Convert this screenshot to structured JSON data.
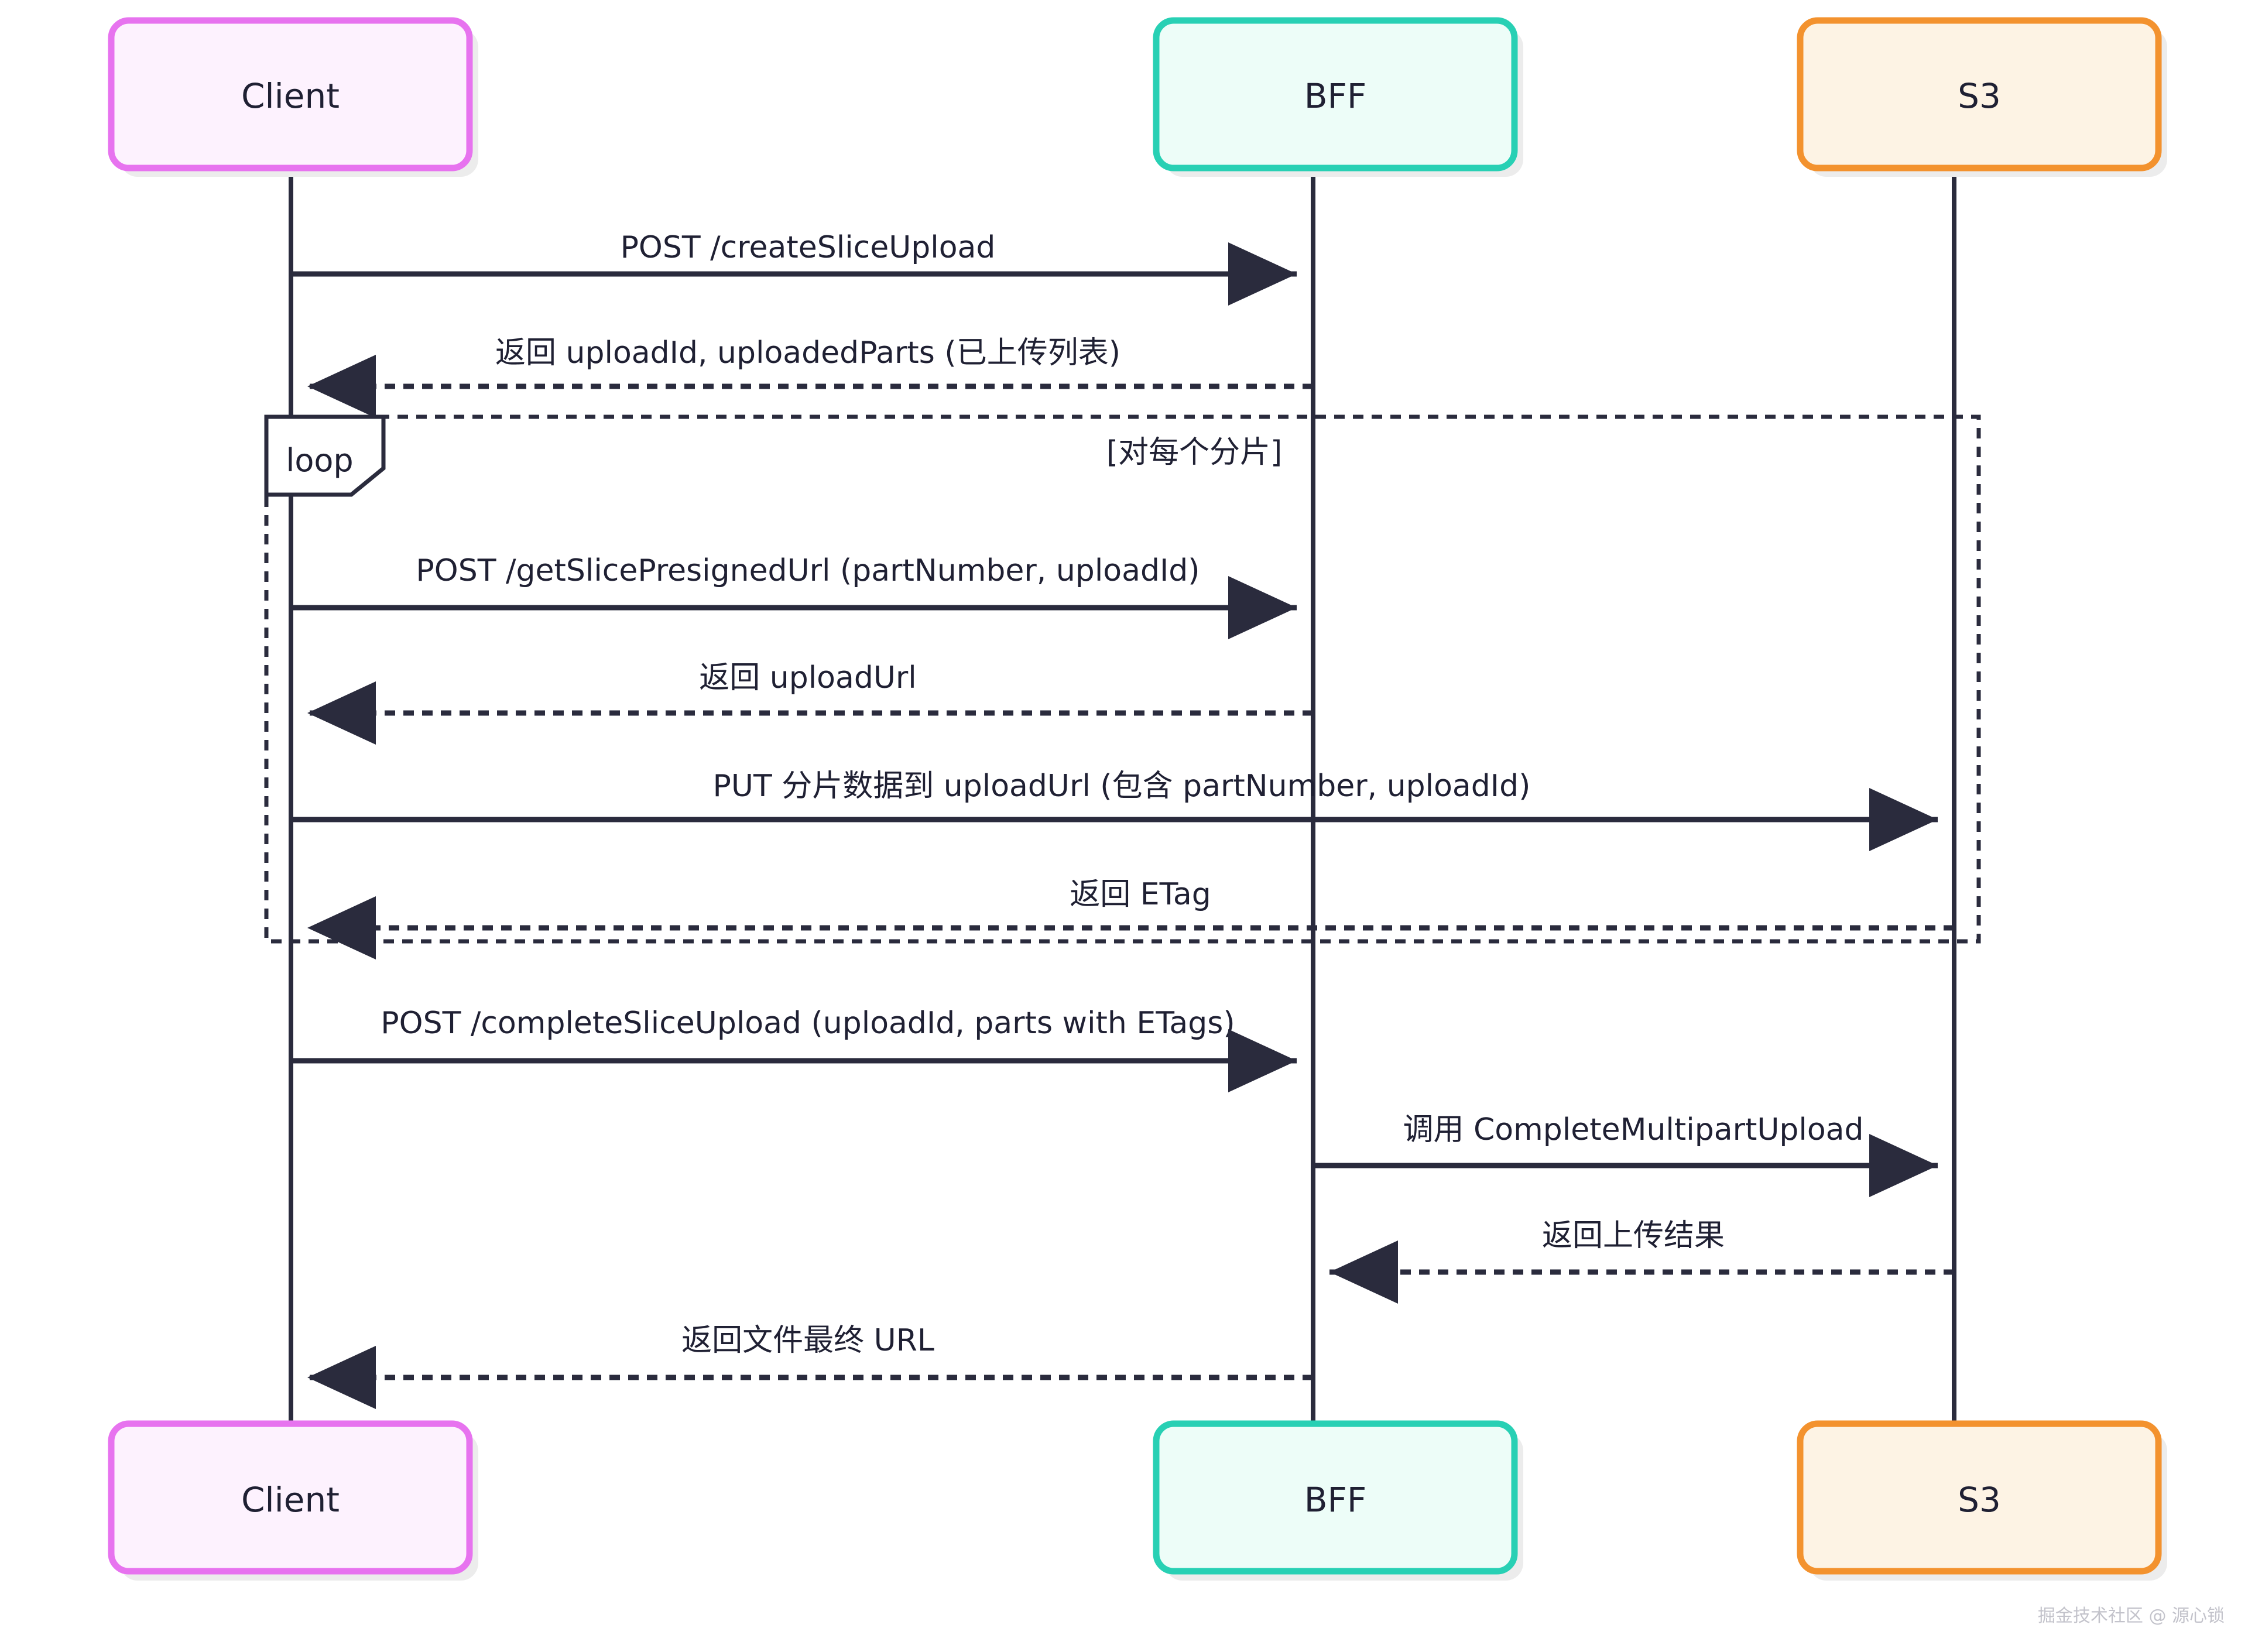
{
  "diagram": {
    "type": "sequence-diagram",
    "background_color": "#ffffff",
    "line_color": "#2a2b3d",
    "text_color": "#1f2033"
  },
  "participants": [
    {
      "id": "client",
      "label": "Client",
      "border_color": "#e773ef",
      "fill_color": "#fdf2fe"
    },
    {
      "id": "bff",
      "label": "BFF",
      "border_color": "#28d0b4",
      "fill_color": "#edfdf8"
    },
    {
      "id": "s3",
      "label": "S3",
      "border_color": "#f3922e",
      "fill_color": "#fdf3e4"
    }
  ],
  "messages": [
    {
      "index": 0,
      "from": "client",
      "to": "bff",
      "label": "POST /createSliceUpload",
      "style": "solid",
      "direction": "right"
    },
    {
      "index": 1,
      "from": "bff",
      "to": "client",
      "label": "返回 uploadId, uploadedParts (已上传列表)",
      "style": "dashed",
      "direction": "left"
    },
    {
      "index": 2,
      "from": "client",
      "to": "bff",
      "label": "POST /getSlicePresignedUrl (partNumber, uploadId)",
      "style": "solid",
      "direction": "right",
      "in_fragment": "loop-1"
    },
    {
      "index": 3,
      "from": "bff",
      "to": "client",
      "label": "返回 uploadUrl",
      "style": "dashed",
      "direction": "left",
      "in_fragment": "loop-1"
    },
    {
      "index": 4,
      "from": "client",
      "to": "s3",
      "label": "PUT 分片数据到 uploadUrl (包含 partNumber, uploadId)",
      "style": "solid",
      "direction": "right",
      "in_fragment": "loop-1"
    },
    {
      "index": 5,
      "from": "s3",
      "to": "client",
      "label": "返回 ETag",
      "style": "dashed",
      "direction": "left",
      "in_fragment": "loop-1"
    },
    {
      "index": 6,
      "from": "client",
      "to": "bff",
      "label": "POST /completeSliceUpload (uploadId, parts with ETags)",
      "style": "solid",
      "direction": "right"
    },
    {
      "index": 7,
      "from": "bff",
      "to": "s3",
      "label": "调用 CompleteMultipartUpload",
      "style": "solid",
      "direction": "right"
    },
    {
      "index": 8,
      "from": "s3",
      "to": "bff",
      "label": "返回上传结果",
      "style": "dashed",
      "direction": "left"
    },
    {
      "index": 9,
      "from": "bff",
      "to": "client",
      "label": "返回文件最终 URL",
      "style": "dashed",
      "direction": "left"
    }
  ],
  "fragments": [
    {
      "id": "loop-1",
      "keyword": "loop",
      "condition": "[对每个分片]"
    }
  ],
  "watermark": {
    "text": "掘金技术社区 @ 源心锁",
    "color": "#c3c3cb"
  }
}
